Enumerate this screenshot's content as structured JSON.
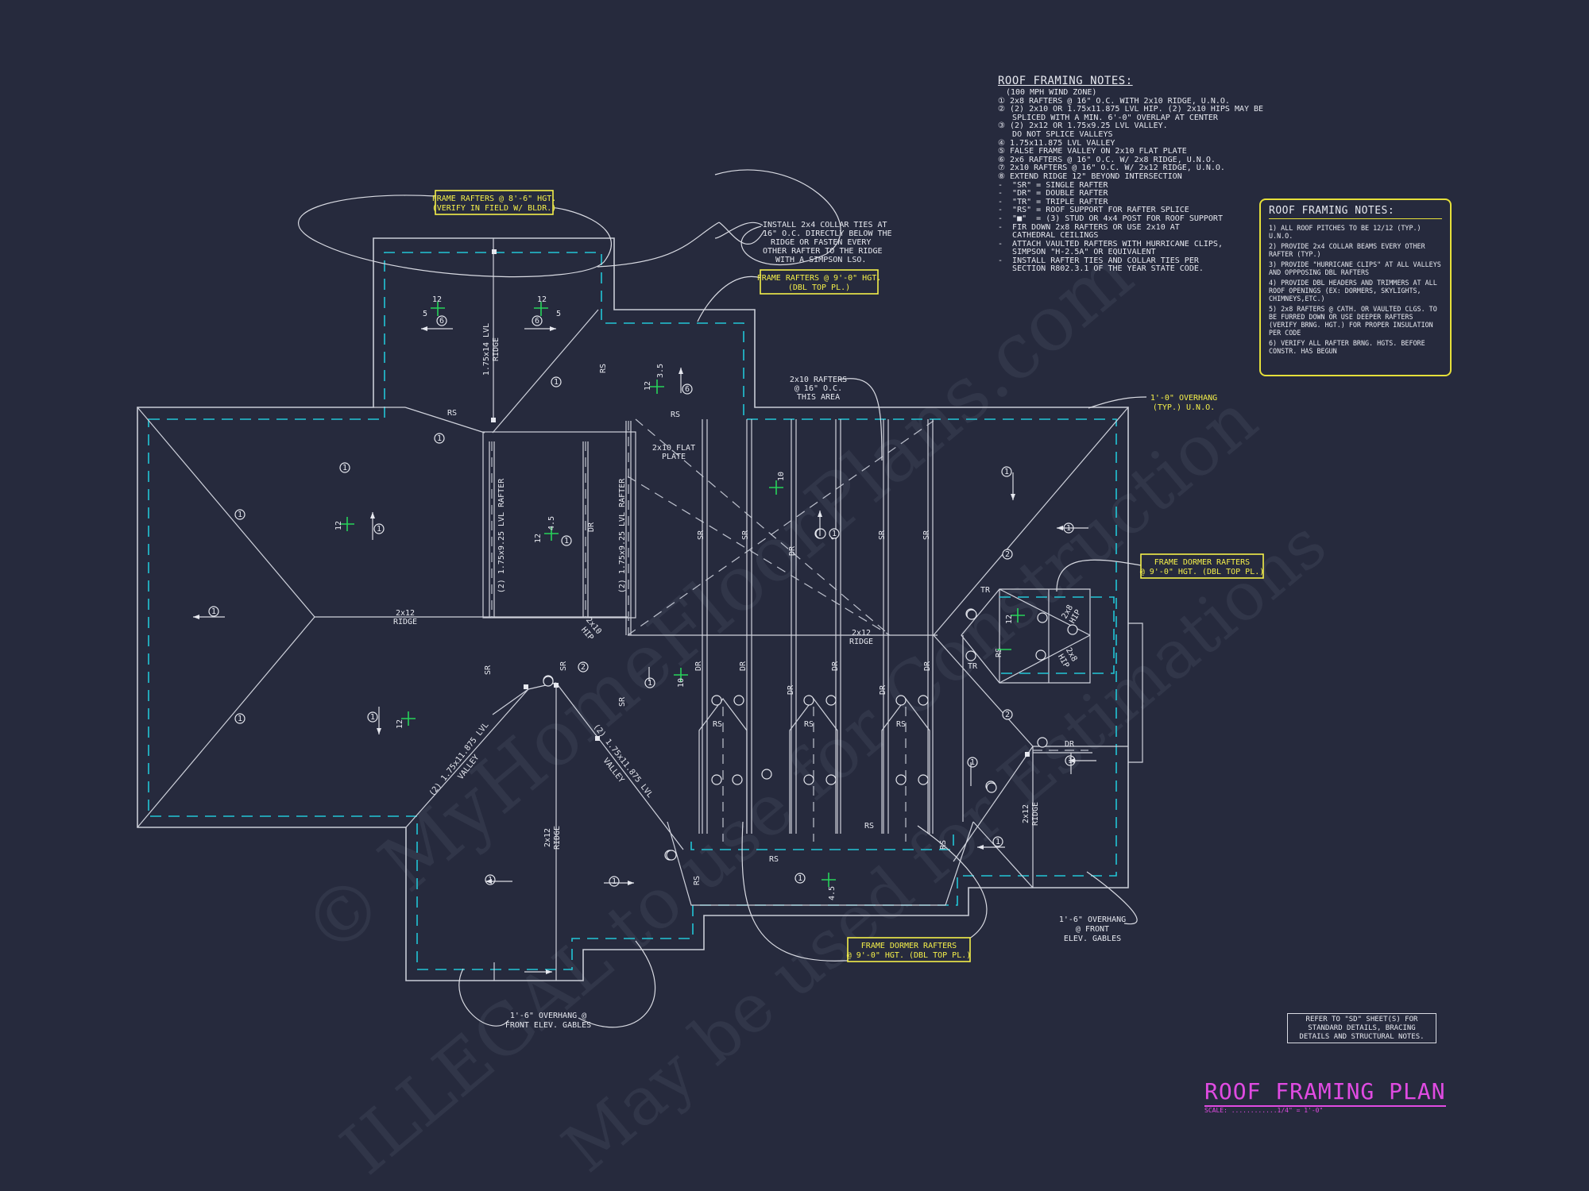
{
  "roof_notes": {
    "title": "ROOF FRAMING NOTES:",
    "lines": [
      "(100 MPH WIND ZONE)",
      "① 2x8 RAFTERS @ 16\" O.C. WITH 2x10 RIDGE, U.N.O.",
      "② (2) 2x10 OR 1.75x11.875 LVL HIP. (2) 2x10 HIPS MAY BE",
      "   SPLICED WITH A MIN. 6'-0\" OVERLAP AT CENTER",
      "③ (2) 2x12 OR 1.75x9.25 LVL VALLEY.",
      "   DO NOT SPLICE VALLEYS",
      "④ 1.75x11.875 LVL VALLEY",
      "⑤ FALSE FRAME VALLEY ON 2x10 FLAT PLATE",
      "⑥ 2x6 RAFTERS @ 16\" O.C. W/ 2x8 RIDGE, U.N.O.",
      "⑦ 2x10 RAFTERS @ 16\" O.C. W/ 2x12 RIDGE, U.N.O.",
      "⑧ EXTEND RIDGE 12\" BEYOND INTERSECTION",
      "-  \"SR\" = SINGLE RAFTER",
      "-  \"DR\" = DOUBLE RAFTER",
      "-  \"TR\" = TRIPLE RAFTER",
      "-  \"RS\" = ROOF SUPPORT FOR RAFTER SPLICE",
      "-  \"■\"  = (3) STUD OR 4x4 POST FOR ROOF SUPPORT",
      "-  FIR DOWN 2x8 RAFTERS OR USE 2x10 AT",
      "   CATHEDRAL CEILINGS",
      "-  ATTACH VAULTED RAFTERS WITH HURRICANE CLIPS,",
      "   SIMPSON \"H-2.5A\" OR EQUIVALENT",
      "-  INSTALL RAFTER TIES AND COLLAR TIES PER",
      "   SECTION R802.3.1 OF THE YEAR STATE CODE."
    ]
  },
  "roof_notes_2": {
    "title": "ROOF FRAMING NOTES:",
    "lines": [
      "1) ALL ROOF PITCHES TO BE 12/12 (TYP.) U.N.O.",
      "2) PROVIDE 2x4 COLLAR BEAMS EVERY OTHER RAFTER (TYP.)",
      "3) PROVIDE \"HURRICANE CLIPS\" AT ALL VALLEYS AND OPPPOSING DBL RAFTERS",
      "4) PROVIDE DBL HEADERS AND TRIMMERS AT ALL ROOF OPENINGS (EX: DORMERS, SKYLIGHTS, CHIMNEYS,ETC.)",
      "5) 2x8 RAFTERS @ CATH. OR VAULTED CLGS. TO BE FURRED DOWN OR USE DEEPER RAFTERS (VERIFY BRNG. HGT.) FOR PROPER INSULATION PER CODE",
      "6) VERIFY ALL RAFTER BRNG. HGTS. BEFORE CONSTR. HAS BEGUN"
    ]
  },
  "callouts": {
    "frame_rafters_86": [
      "FRAME RAFTERS @ 8'-6\" HGT.",
      "(VERIFY IN FIELD W/ BLDR.)"
    ],
    "frame_rafters_90": [
      "FRAME RAFTERS @ 9'-0\" HGT.",
      "(DBL TOP PL.)"
    ],
    "frame_dormer_right": [
      "FRAME DORMER RAFTERS",
      "@ 9'-0\" HGT. (DBL TOP PL.)"
    ],
    "frame_dormer_bottom": [
      "FRAME DORMER RAFTERS",
      "@ 9'-0\" HGT. (DBL TOP PL.)"
    ],
    "collar_ties": [
      "INSTALL 2x4 COLLAR TIES AT",
      "16\" O.C. DIRECTLY BELOW THE",
      "RIDGE OR FASTEN EVERY",
      "OTHER RAFTER TO THE RIDGE",
      "WITH A SIMPSON LSO."
    ],
    "rafters_2x10": [
      "2x10 RAFTERS",
      "@ 16\" O.C.",
      "THIS AREA"
    ],
    "overhang_typ": [
      "1'-0\" OVERHANG",
      "(TYP.) U.N.O."
    ],
    "overhang_front_right": [
      "1'-6\" OVERHANG",
      "@ FRONT",
      "ELEV. GABLES"
    ],
    "overhang_front_left": [
      "1'-6\" OVERHANG @",
      "FRONT ELEV. GABLES"
    ]
  },
  "labels": {
    "lvl_ridge": [
      "1.75x14 LVL",
      "RIDGE"
    ],
    "ridge_2x12_left": [
      "2x12",
      "RIDGE"
    ],
    "ridge_2x12_center": [
      "2x12",
      "RIDGE"
    ],
    "ridge_2x12_bottom": [
      "2x12",
      "RIDGE"
    ],
    "ridge_2x12_right": [
      "2x12",
      "RIDGE"
    ],
    "flat_plate": [
      "2x10 FLAT",
      "PLATE"
    ],
    "lvl_rafter_a": "(2) 1.75x9.25 LVL RAFTER",
    "lvl_rafter_b": "(2) 1.75x9.25 LVL RAFTER",
    "valley_a": [
      "(2) 1.75x11.875 LVL",
      "VALLEY"
    ],
    "valley_b": [
      "(2) 1.75x11.875 LVL",
      "VALLEY"
    ],
    "hip_2x10": [
      "2x10",
      "HIP"
    ],
    "hip_2x8_a": [
      "2x8",
      "HIP"
    ],
    "hip_2x8_b": [
      "2x8",
      "HIP"
    ],
    "rs": "RS",
    "sr": "SR",
    "dr": "DR",
    "tr": "TR",
    "pitch_12": "12",
    "pitch_5": "5",
    "pitch_35": "3.5",
    "pitch_45": "4.5",
    "pitch_10": "10"
  },
  "refer_note": [
    "REFER TO \"SD\" SHEET(S) FOR",
    "STANDARD DETAILS, BRACING",
    "DETAILS AND STRUCTURAL NOTES."
  ],
  "plan_title": "ROOF FRAMING PLAN",
  "plan_scale": "SCALE: ............1/4\" = 1'-0\"",
  "watermark": [
    "© MyHomeFloorPlans.com",
    "ILLEGAL to use for Construction",
    "May be used for Estimations"
  ],
  "colors": {
    "background": "#262a3d",
    "linework": "#c9ccd6",
    "overhang": "#22c6d6",
    "callout": "#f4ef4a",
    "title": "#e04be2",
    "pitch": "#27d35a"
  }
}
